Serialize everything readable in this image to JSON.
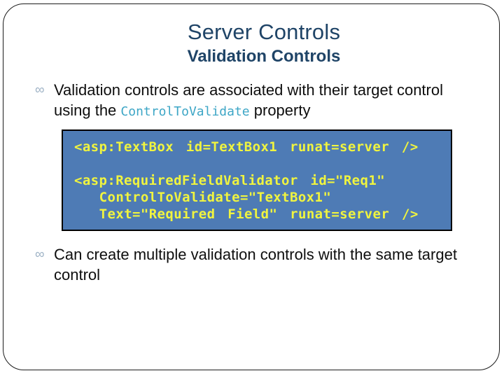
{
  "slide": {
    "title": "Server Controls",
    "subtitle": "Validation Controls",
    "bullet_glyph": "∞",
    "bullets": [
      {
        "text_before": "Validation controls are associated with their target control using the ",
        "inline_code": "ControlToValidate",
        "text_after": " property"
      },
      {
        "text_before": "Can create multiple validation controls with the same target control",
        "inline_code": "",
        "text_after": ""
      }
    ],
    "code_box": {
      "lines": [
        "<asp:TextBox id=TextBox1 runat=server />",
        "",
        "<asp:RequiredFieldValidator id=\"Req1\"",
        "  ControlToValidate=\"TextBox1\"",
        "  Text=\"Required Field\" runat=server />"
      ]
    },
    "colors": {
      "heading": "#1F4467",
      "body_text": "#0E0E0E",
      "inline_code": "#3DA6C6",
      "bullet_glyph": "#9FB3C6",
      "code_box_background": "#4E7BB5",
      "code_box_border": "#000000",
      "code_text": "#F0F43F"
    }
  }
}
